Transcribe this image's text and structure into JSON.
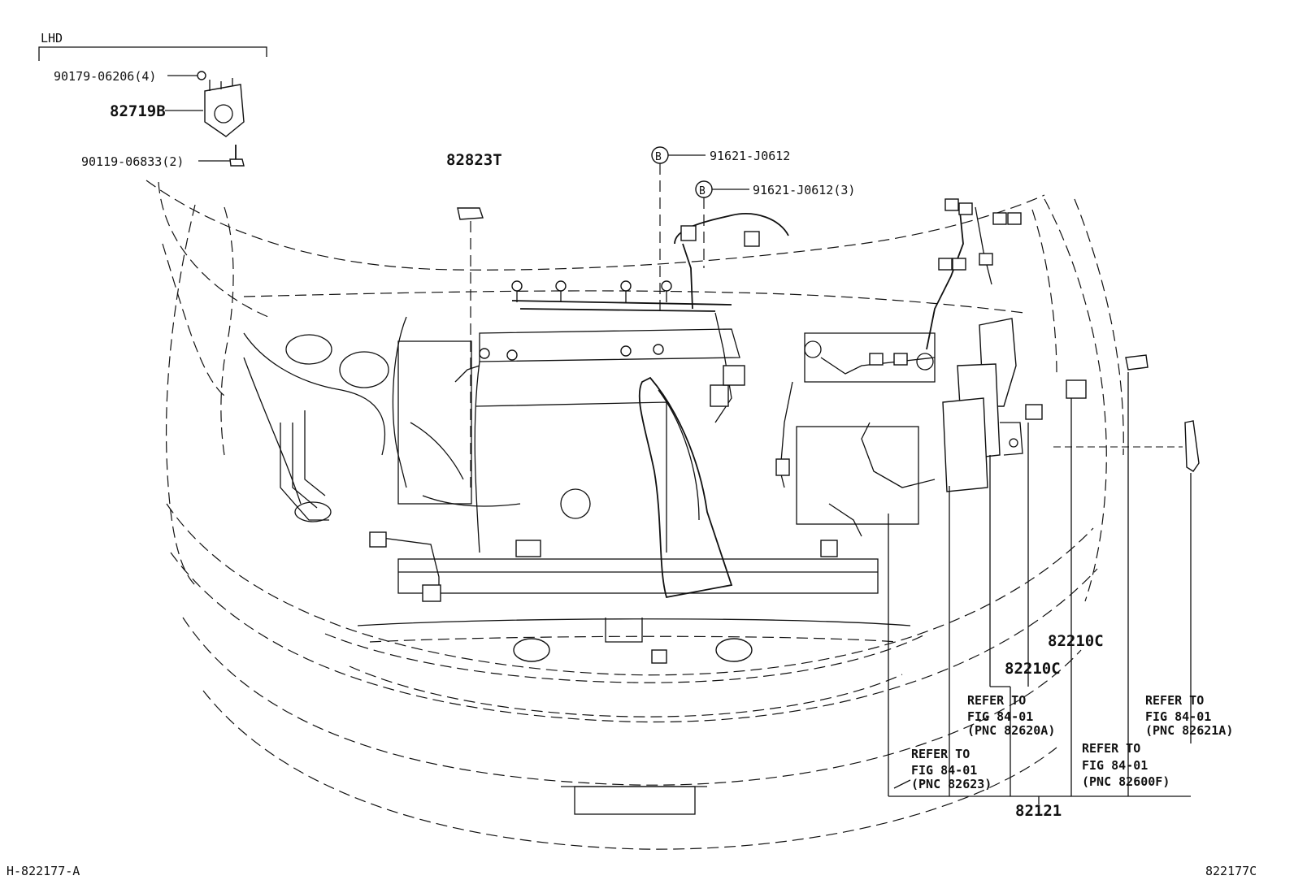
{
  "header": {
    "variant_label": "LHD"
  },
  "callouts": {
    "nut_4": "90179-06206(4)",
    "bracket": "82719B",
    "bolt_2": "90119-06833(2)",
    "clamp_t": "82823T",
    "bolt_b1": "91621-J0612",
    "bolt_b2": "91621-J0612(3)",
    "bolt_marker": "B",
    "relay_c_upper": "82210C",
    "relay_c_lower": "82210C",
    "wire_main": "82121"
  },
  "refer_notes": {
    "ref_82620a": {
      "line1": "REFER TO",
      "line2": "FIG 84-01",
      "line3": "(PNC 82620A)"
    },
    "ref_82621a": {
      "line1": "REFER TO",
      "line2": "FIG 84-01",
      "line3": "(PNC 82621A)"
    },
    "ref_82600f": {
      "line1": "REFER TO",
      "line2": "FIG 84-01",
      "line3": "(PNC 82600F)"
    },
    "ref_82623": {
      "line1": "REFER TO",
      "line2": "FIG 84-01",
      "line3": "(PNC 82623)"
    }
  },
  "footer": {
    "figure_code_left": "H-822177-A",
    "figure_code_right": "822177C"
  }
}
